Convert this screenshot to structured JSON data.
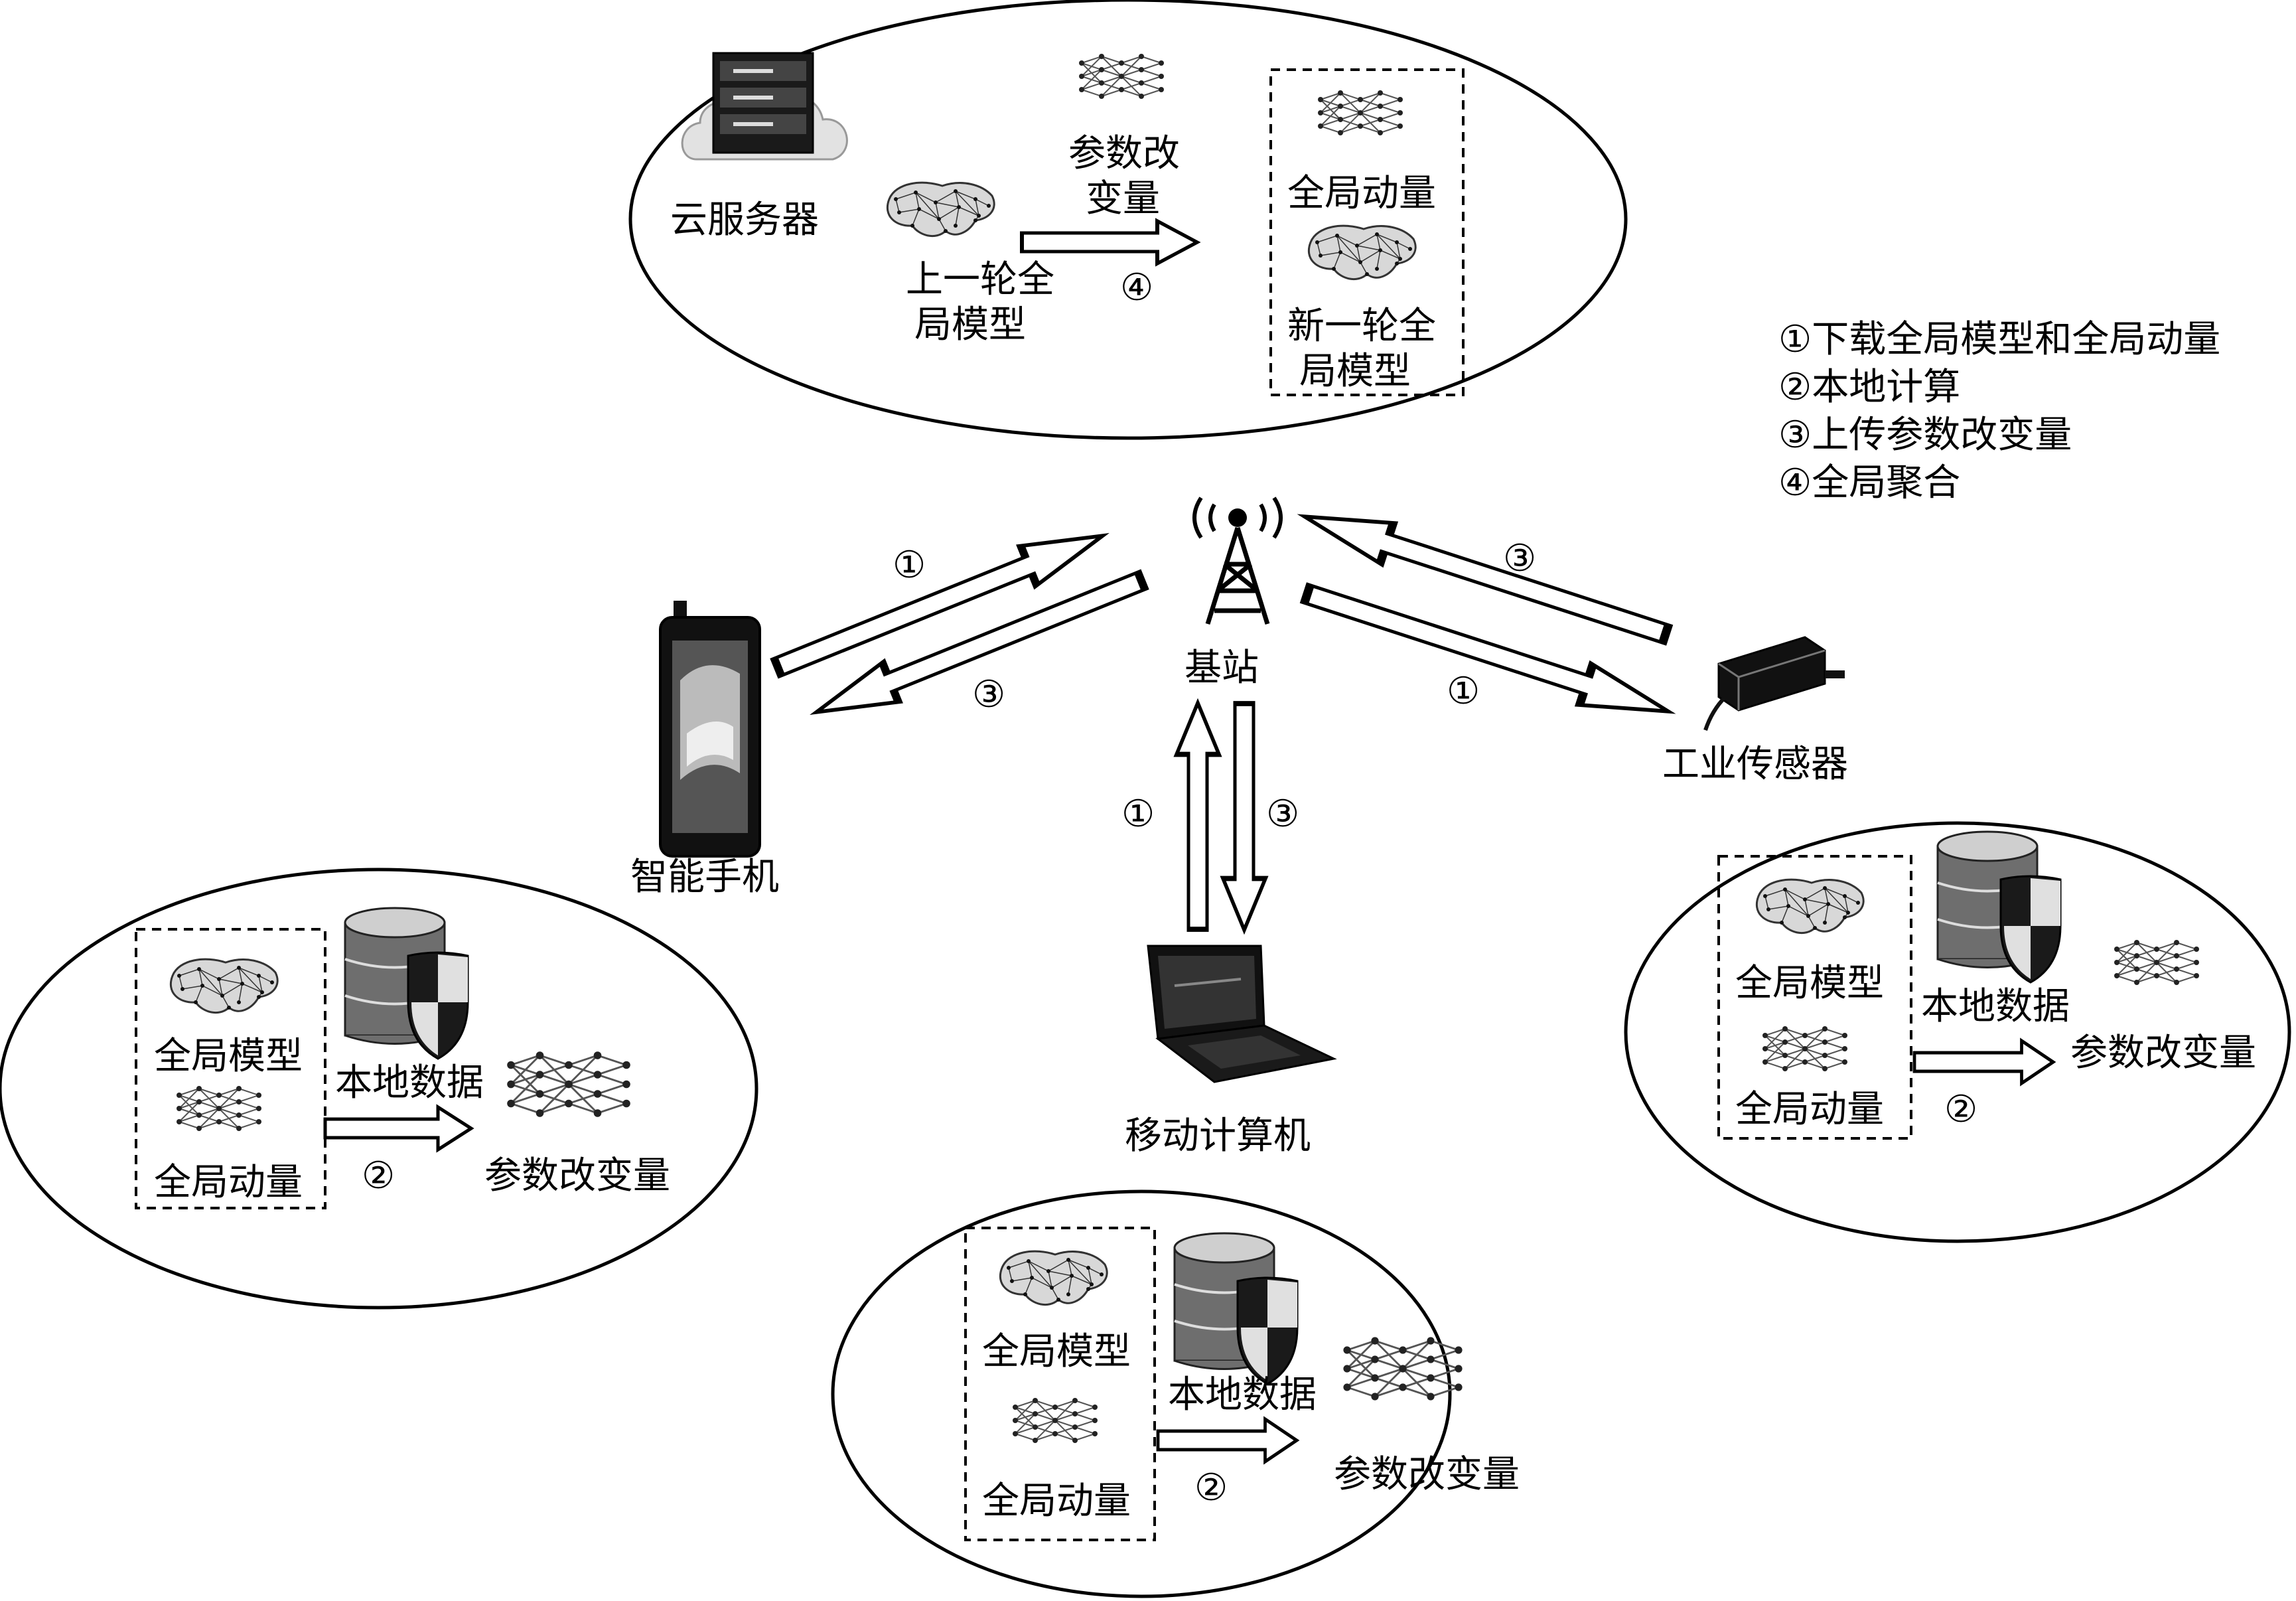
{
  "cloud": {
    "label": "云服务器",
    "param_change": [
      "参数改",
      "变量"
    ],
    "prev_model": [
      "上一轮全",
      "局模型"
    ],
    "global_momentum": "全局动量",
    "new_model": [
      "新一轮全",
      "局模型"
    ],
    "step": "④"
  },
  "legend": [
    "①下载全局模型和全局动量",
    "②本地计算",
    "③上传参数改变量",
    "④全局聚合"
  ],
  "base_station": {
    "label": "基站"
  },
  "smartphone": {
    "label": "智能手机"
  },
  "sensor": {
    "label": "工业传感器"
  },
  "laptop": {
    "label": "移动计算机"
  },
  "arrows": {
    "one": "①",
    "two": "②",
    "three": "③"
  },
  "local": {
    "global_model": "全局模型",
    "global_momentum": "全局动量",
    "local_data": "本地数据",
    "param_change": "参数改变量"
  }
}
